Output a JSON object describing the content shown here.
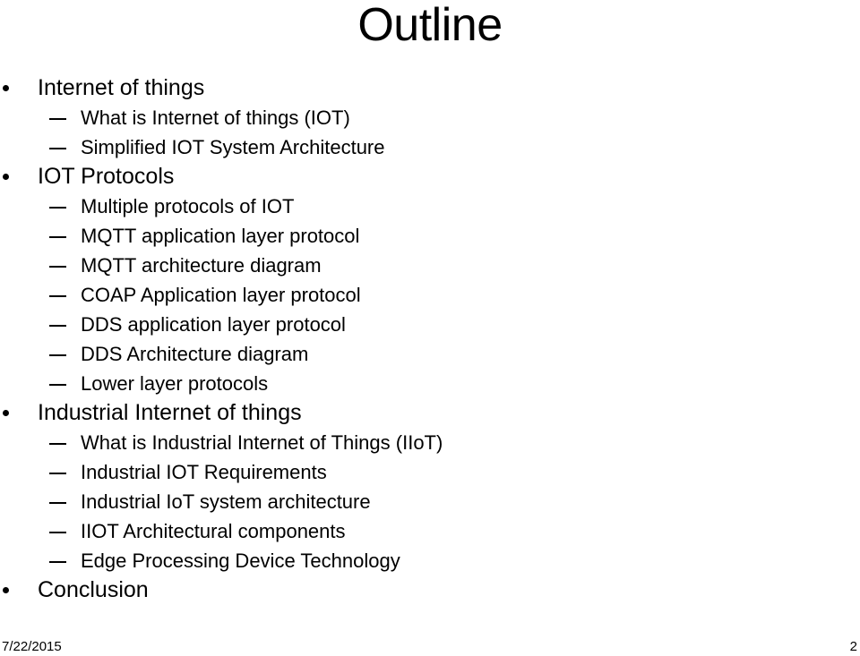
{
  "slide": {
    "title": "Outline",
    "footer_date": "7/22/2015",
    "page_number": "2"
  },
  "outline": [
    {
      "level": 1,
      "text": "Internet of things"
    },
    {
      "level": 2,
      "text": "What is Internet of things (IOT)"
    },
    {
      "level": 2,
      "text": "Simplified IOT System Architecture"
    },
    {
      "level": 1,
      "text": "IOT Protocols"
    },
    {
      "level": 2,
      "text": "Multiple protocols of IOT"
    },
    {
      "level": 2,
      "text": "MQTT application layer protocol"
    },
    {
      "level": 2,
      "text": "MQTT architecture diagram"
    },
    {
      "level": 2,
      "text": "COAP Application layer protocol"
    },
    {
      "level": 2,
      "text": "DDS application layer protocol"
    },
    {
      "level": 2,
      "text": "DDS Architecture diagram"
    },
    {
      "level": 2,
      "text": "Lower layer protocols"
    },
    {
      "level": 1,
      "text": "Industrial Internet of things"
    },
    {
      "level": 2,
      "text": "What is Industrial Internet of Things (IIoT)"
    },
    {
      "level": 2,
      "text": "Industrial IOT Requirements"
    },
    {
      "level": 2,
      "text": "Industrial IoT system architecture"
    },
    {
      "level": 2,
      "text": "IIOT Architectural components"
    },
    {
      "level": 2,
      "text": "Edge Processing Device Technology"
    },
    {
      "level": 1,
      "text": "Conclusion"
    }
  ]
}
